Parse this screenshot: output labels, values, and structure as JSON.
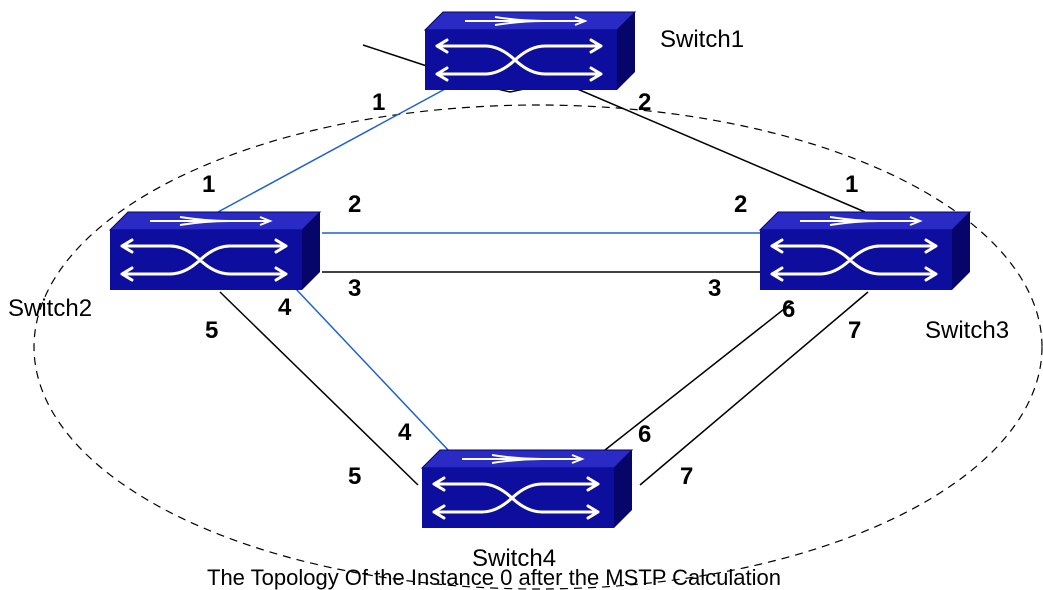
{
  "diagram": {
    "caption": "The Topology Of the Instance 0 after the MSTP Calculation",
    "colors": {
      "active_link": "#1f5fd6",
      "inactive_link": "#000000",
      "region_border": "#000000",
      "switch_front": "#0e0e9e",
      "switch_top": "#2a2ac4",
      "switch_side": "#06066a",
      "arrow": "#ffffff"
    },
    "switches": {
      "switch1": {
        "name": "Switch1"
      },
      "switch2": {
        "name": "Switch2"
      },
      "switch3": {
        "name": "Switch3"
      },
      "switch4": {
        "name": "Switch4"
      }
    },
    "links": [
      {
        "from": "Switch1",
        "from_port": "1",
        "to": "Switch2",
        "to_port": "1",
        "state": "forwarding"
      },
      {
        "from": "Switch1",
        "from_port": "2",
        "to": "Switch3",
        "to_port": "1",
        "state": "blocked"
      },
      {
        "from": "Switch2",
        "from_port": "2",
        "to": "Switch3",
        "to_port": "2",
        "state": "forwarding"
      },
      {
        "from": "Switch2",
        "from_port": "3",
        "to": "Switch3",
        "to_port": "3",
        "state": "blocked"
      },
      {
        "from": "Switch2",
        "from_port": "4",
        "to": "Switch4",
        "to_port": "4",
        "state": "forwarding"
      },
      {
        "from": "Switch2",
        "from_port": "5",
        "to": "Switch4",
        "to_port": "5",
        "state": "blocked"
      },
      {
        "from": "Switch3",
        "from_port": "6",
        "to": "Switch4",
        "to_port": "6",
        "state": "blocked"
      },
      {
        "from": "Switch3",
        "from_port": "7",
        "to": "Switch4",
        "to_port": "7",
        "state": "blocked"
      }
    ]
  }
}
